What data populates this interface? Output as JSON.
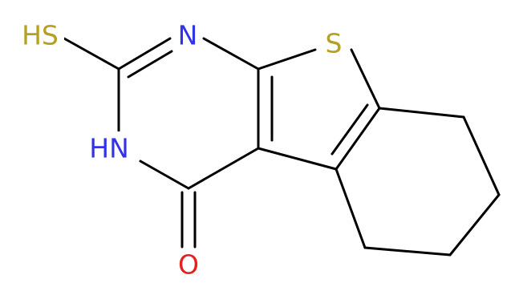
{
  "molecule": {
    "atoms": {
      "hs": "HS",
      "n_top": "N",
      "s_ring": "S",
      "nh": "HN",
      "o": "O"
    },
    "colors": {
      "bond": "#000000",
      "sulfur": "#b5a021",
      "nitrogen": "#3232e6",
      "oxygen": "#e61f1f"
    }
  }
}
